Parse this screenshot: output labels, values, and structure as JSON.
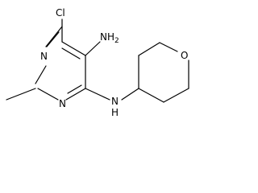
{
  "molecule": {
    "atoms": {
      "cl": "Cl",
      "n_ring_top": "N",
      "n_ring_bottom": "N",
      "nh2": "NH2",
      "nh": "N",
      "nh_h": "H",
      "o": "O"
    },
    "colors": {
      "bond": "#000000",
      "text": "#000000",
      "background": "#ffffff"
    }
  }
}
